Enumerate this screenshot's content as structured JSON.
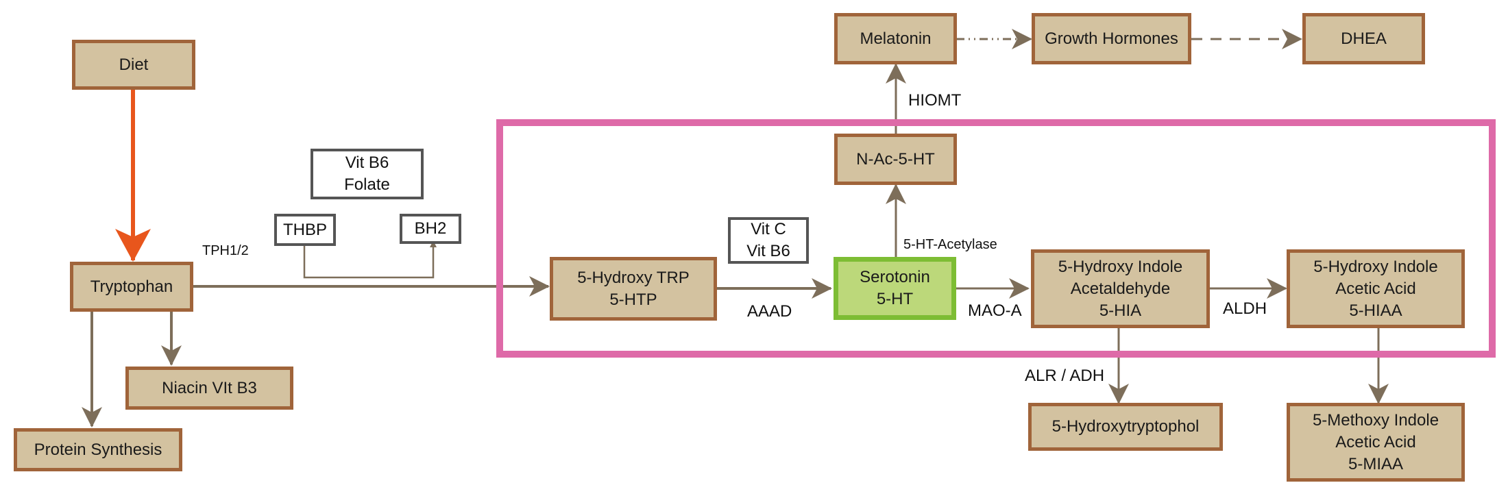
{
  "nodes": {
    "diet": "Diet",
    "tryptophan": "Tryptophan",
    "niacin": "Niacin VIt B3",
    "protein_synthesis": "Protein Synthesis",
    "hydroxy_trp": "5-Hydroxy TRP\n5-HTP",
    "serotonin": "Serotonin\n5-HT",
    "n_ac_5ht": "N-Ac-5-HT",
    "melatonin": "Melatonin",
    "growth_hormones": "Growth Hormones",
    "dhea": "DHEA",
    "hia": "5-Hydroxy Indole\nAcetaldehyde\n5-HIA",
    "hiaa": "5-Hydroxy Indole\nAcetic Acid\n5-HIAA",
    "hydroxytryptophol": "5-Hydroxytryptophol",
    "miaa": "5-Methoxy Indole\nAcetic Acid\n5-MIAA"
  },
  "cofactors": {
    "vitb6_folate": "Vit B6\nFolate",
    "thbp": "THBP",
    "bh2": "BH2",
    "vitc_vitb6": "Vit C\nVit B6"
  },
  "enzymes": {
    "tph": "TPH1/2",
    "aaad": "AAAD",
    "mao_a": "MAO-A",
    "aldh": "ALDH",
    "alr_adh": "ALR / ADH",
    "acetylase": "5-HT-Acetylase",
    "hiomt": "HIOMT"
  },
  "colors": {
    "box_fill": "#d3c2a0",
    "box_border": "#a0643a",
    "serotonin_fill": "#bcd87a",
    "serotonin_border": "#7dbd34",
    "arrow": "#7d6e5a",
    "diet_arrow": "#e8561c",
    "highlight": "#de6aa8"
  }
}
